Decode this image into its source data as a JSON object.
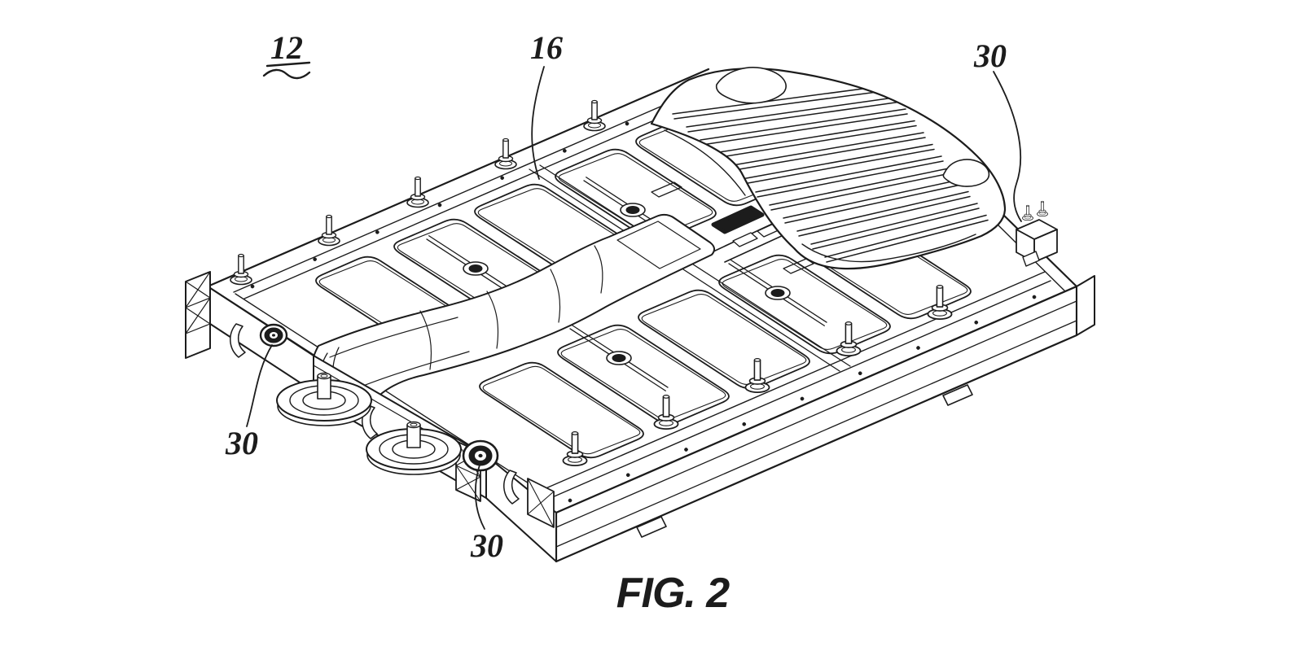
{
  "figure": {
    "caption": "FIG. 2",
    "labels": {
      "assembly": "12",
      "cover": "16",
      "port_top_right": "30",
      "port_bottom_left": "30",
      "port_bottom_center": "30"
    }
  },
  "colors": {
    "ink": "#1c1c1c",
    "paper": "#ffffff"
  }
}
